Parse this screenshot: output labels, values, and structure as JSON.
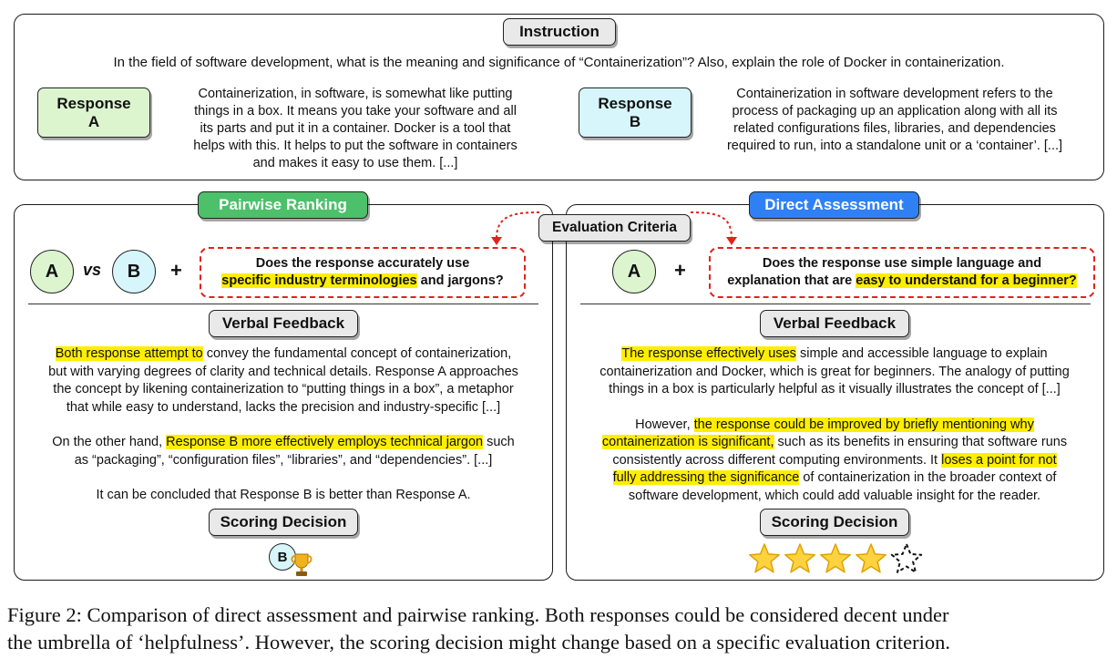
{
  "instruction": {
    "label": "Instruction",
    "text": "In the field of software development, what is the meaning and significance of “Containerization”? Also, explain the role of Docker in containerization."
  },
  "response_a": {
    "label_line1": "Response",
    "label_line2": "A",
    "lines": [
      "Containerization, in software, is somewhat like putting",
      "things in a box. It means you take your software and all",
      "its parts and put it in a container. Docker is a tool that",
      "helps with this. It helps to put the software in containers",
      "and makes it easy to use them. [...]"
    ]
  },
  "response_b": {
    "label_line1": "Response",
    "label_line2": "B",
    "lines": [
      "Containerization in software development refers to the",
      "process of packaging up an application along with all its",
      "related configurations files, libraries, and dependencies",
      "required to run, into a standalone unit or a ‘container’. [...]"
    ]
  },
  "evaluation_criteria_label": "Evaluation Criteria",
  "pairwise": {
    "title": "Pairwise Ranking",
    "circle_a": "A",
    "vs": "vs",
    "circle_b": "B",
    "plus": "+",
    "criterion": {
      "line1": "Does the response accurately use",
      "line2_hl": "specific industry terminologies",
      "line2_rest": " and jargons?"
    },
    "verbal_feedback_label": "Verbal Feedback",
    "feedback": {
      "p1_hl": "Both response attempt to",
      "p1_l1_rest": " convey the fundamental concept of containerization,",
      "p1_l2": "but with varying degrees of clarity and technical details. Response A approaches",
      "p1_l3": "the concept by likening containerization to “putting things in a box”, a metaphor",
      "p1_l4": "that while easy to understand, lacks the precision and industry-specific [...]",
      "p2_pre": "On the other hand, ",
      "p2_hl": "Response B more effectively employs technical jargon",
      "p2_post": " such",
      "p2_l2": "as “packaging”, “configuration files”, “libraries”, and “dependencies”. [...]",
      "p3": "It can be concluded that Response B is better than Response A."
    },
    "scoring_decision_label": "Scoring Decision",
    "winner": "B",
    "winner_icon": "trophy-icon"
  },
  "direct": {
    "title": "Direct Assessment",
    "circle_a": "A",
    "plus": "+",
    "criterion": {
      "line1": "Does the response use simple language and",
      "line2_pre": "explanation that are ",
      "line2_hl": "easy to understand for a beginner?"
    },
    "verbal_feedback_label": "Verbal Feedback",
    "feedback": {
      "p1_hl": "The response effectively uses",
      "p1_l1_rest": " simple and accessible language to explain",
      "p1_l2": "containerization and Docker, which is great for beginners. The analogy of putting",
      "p1_l3": "things in a box is particularly helpful as it visually illustrates the concept of [...]",
      "p2_pre": "However, ",
      "p2_hl1": "the response could be improved by briefly mentioning why",
      "p2_hl2": "containerization is significant,",
      "p2_l2_rest": " such as its benefits in ensuring that software runs",
      "p2_l3_pre": "consistently across different computing environments.  It ",
      "p2_hl3": "loses a point for not",
      "p2_hl4": "fully addressing the significance",
      "p2_l4_rest": " of containerization in the broader context of",
      "p2_l5": "software development, which could add valuable insight for the reader."
    },
    "scoring_decision_label": "Scoring Decision",
    "score": 4,
    "max_score": 5,
    "star_icon": "star-icon"
  },
  "caption": {
    "line1": "Figure 2: Comparison of direct assessment and pairwise ranking. Both responses could be considered decent under",
    "line2": "the umbrella of ‘helpfulness’. However, the scoring decision might change based on a specific evaluation criterion."
  },
  "colors": {
    "response_a_bg": "#dcf5cf",
    "response_b_bg": "#d6f6fb",
    "pairwise_title_bg": "#4cc06a",
    "direct_title_bg": "#2f80f5",
    "highlight": "#ffee00",
    "criterion_border": "#e2231a",
    "circle_b_bg": "#d6f6fb",
    "circle_a_bg": "#dcf5cf",
    "star_fill": "#ffd23f"
  }
}
